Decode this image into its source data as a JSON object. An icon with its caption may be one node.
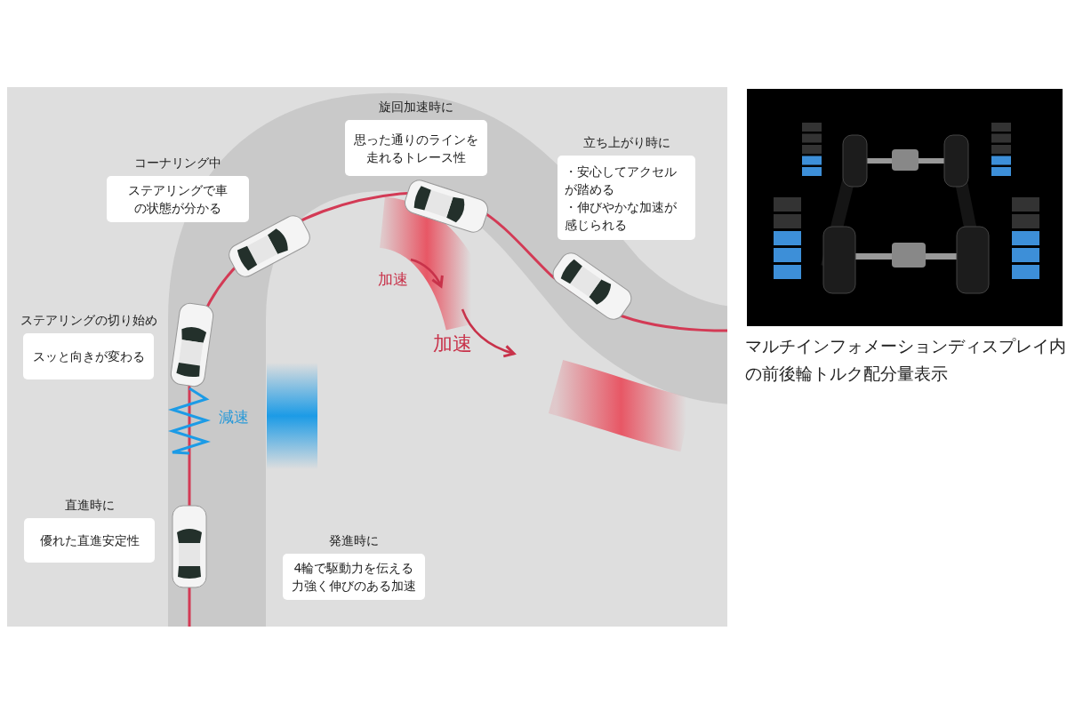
{
  "diagram": {
    "caption": "マルチインフォメーションディスプレイ内の前後輪トルク配分量表示",
    "nodes": [
      {
        "text": [
          "コーナリング中",
          "ステアリングで車の状態が分かる"
        ]
      },
      {
        "text": [
          "旋回加速時に",
          "思った通りのラインを走れるトレース性"
        ]
      },
      {
        "text": [
          "立ち上がり時に",
          "・安心してアクセルが踏める",
          "・伸びやかな加速が感じられる"
        ]
      },
      {
        "text": [
          "ステアリングの切り始め",
          "スッと向きが変わる"
        ]
      },
      {
        "text": [
          "直進時に",
          "優れた直進安定性"
        ]
      },
      {
        "text": [
          "発進時に",
          "4輪で駆動力を伝える力強く伸びのある加速"
        ]
      }
    ],
    "edges": [],
    "labels": [
      "加速",
      "加速",
      "減速"
    ]
  }
}
